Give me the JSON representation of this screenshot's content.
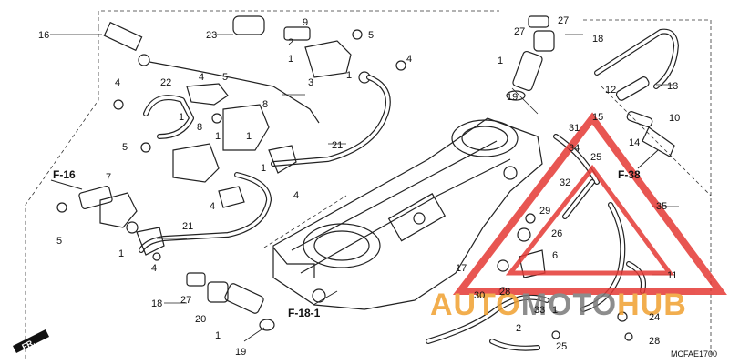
{
  "diagram": {
    "callouts": [
      "1",
      "2",
      "3",
      "4",
      "5",
      "6",
      "7",
      "8",
      "9",
      "10",
      "11",
      "12",
      "13",
      "14",
      "15",
      "16",
      "17",
      "18",
      "19",
      "20",
      "21",
      "22",
      "23",
      "24",
      "25",
      "26",
      "27",
      "28",
      "29",
      "30",
      "31",
      "32",
      "33",
      "34",
      "35"
    ],
    "section_refs": {
      "f16": "F-16",
      "f38": "F-38",
      "f181": "F-18-1"
    },
    "front_marker": "FR.",
    "diagram_code": "MCFAE1700",
    "watermark": {
      "text_a": "AUTO",
      "text_b": "MOTO",
      "text_c": "HUB",
      "colors": {
        "triangle": "#e53935",
        "text_orange": "#f0a030",
        "text_gray": "#7a7a7a"
      }
    }
  }
}
